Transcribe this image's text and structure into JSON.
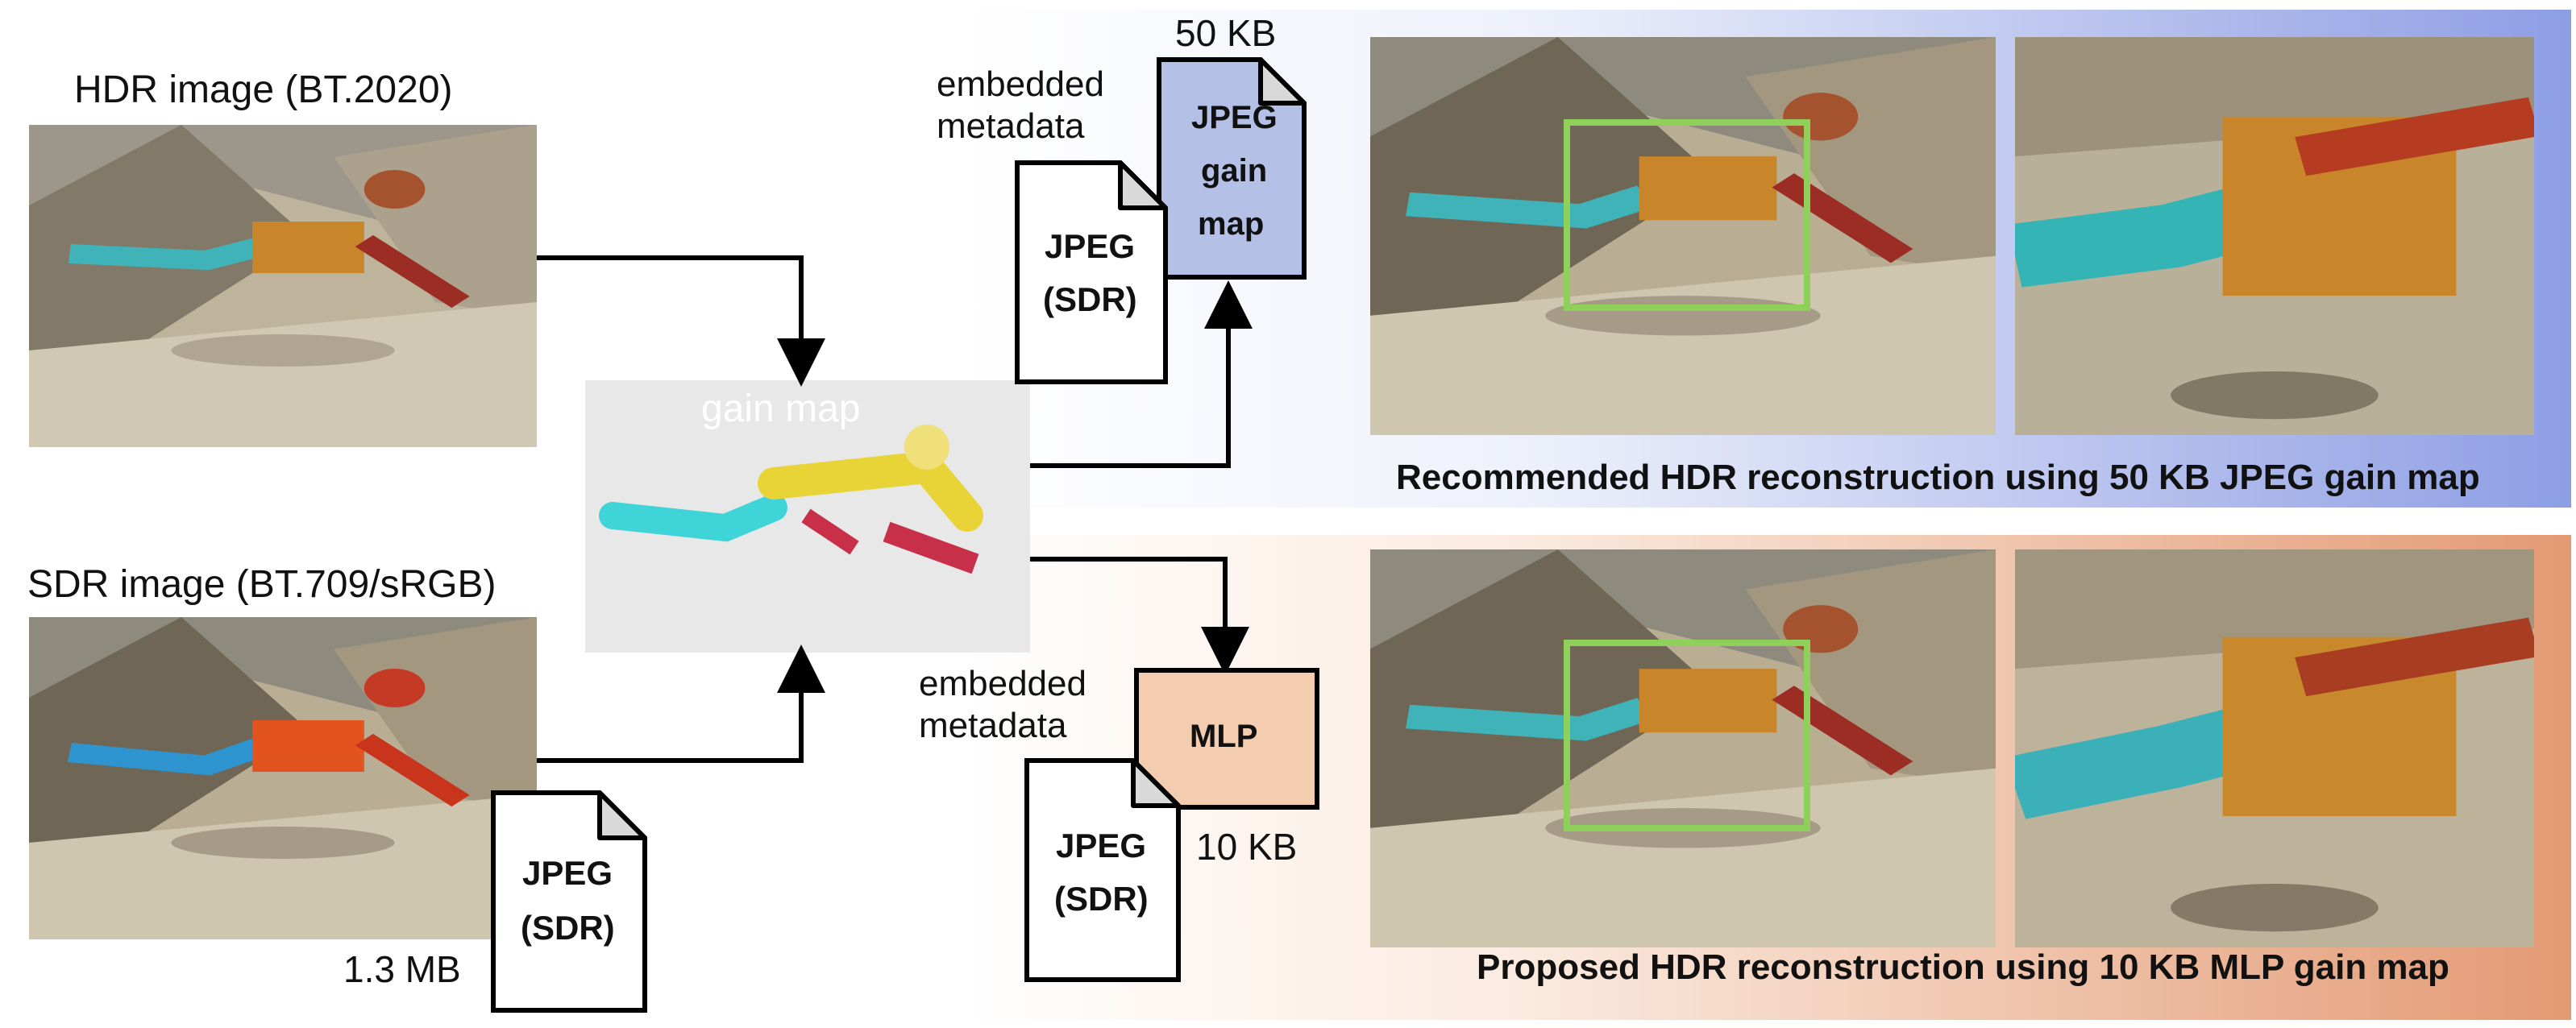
{
  "hdr_input": {
    "label": "HDR image (BT.2020)"
  },
  "sdr_input": {
    "label": "SDR image (BT.709/sRGB)",
    "size": "1.3 MB"
  },
  "gain_map": {
    "label": "gain map"
  },
  "sdr_jpeg": {
    "line1": "JPEG",
    "line2": "(SDR)"
  },
  "top_pipeline": {
    "metadata_label_line1": "embedded",
    "metadata_label_line2": "metadata",
    "jpeg_sdr_line1": "JPEG",
    "jpeg_sdr_line2": "(SDR)",
    "gain_file_line1": "JPEG",
    "gain_file_line2": "gain",
    "gain_file_line3": "map",
    "gain_file_size": "50 KB",
    "caption": "Recommended HDR reconstruction using 50 KB JPEG gain map"
  },
  "bottom_pipeline": {
    "metadata_label_line1": "embedded",
    "metadata_label_line2": "metadata",
    "jpeg_sdr_line1": "JPEG",
    "jpeg_sdr_line2": "(SDR)",
    "mlp_label": "MLP",
    "mlp_size": "10 KB",
    "caption": "Proposed HDR reconstruction using 10 KB MLP gain map"
  },
  "colors": {
    "top_band_start": "#ffffff",
    "top_band_end": "#8e9ee4",
    "bottom_band_start": "#ffffff",
    "bottom_band_end": "#e39a74",
    "gain_file_fill": "#b4c0e6",
    "mlp_fill": "#f4ccb0",
    "crop_box": "#8fd05a"
  }
}
